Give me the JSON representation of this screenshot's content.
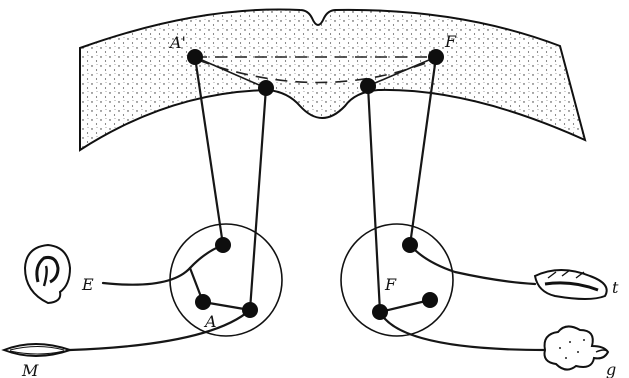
{
  "labels": {
    "cortex_a": "A'",
    "cortex_f": "F",
    "center_a": "A",
    "center_f": "F",
    "ear": "E",
    "muscle": "M",
    "tongue": "t",
    "gland": "g"
  },
  "colors": {
    "ink": "#111111",
    "paper": "#ffffff",
    "stipple": "#2a2a2a"
  }
}
